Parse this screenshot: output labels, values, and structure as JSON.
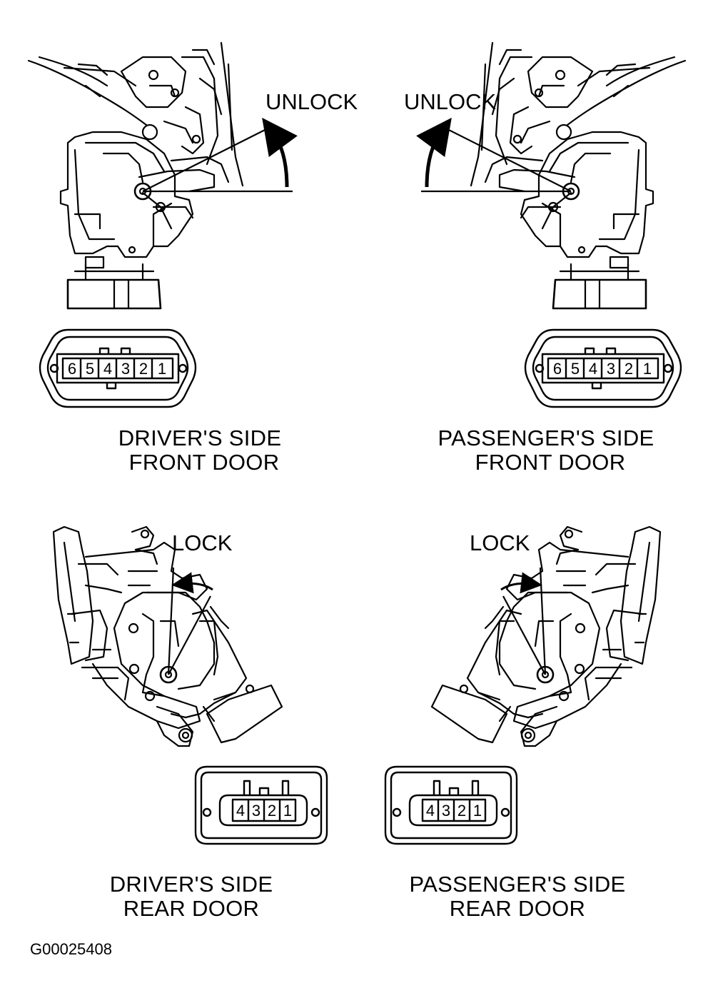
{
  "figure_id": "G00025408",
  "panels": {
    "driver_front": {
      "title_line1": "DRIVER'S SIDE",
      "title_line2": "FRONT DOOR",
      "action_label": "UNLOCK",
      "connector_pins": [
        "6",
        "5",
        "4",
        "3",
        "2",
        "1"
      ]
    },
    "passenger_front": {
      "title_line1": "PASSENGER'S SIDE",
      "title_line2": "FRONT DOOR",
      "action_label": "UNLOCK",
      "connector_pins": [
        "6",
        "5",
        "4",
        "3",
        "2",
        "1"
      ]
    },
    "driver_rear": {
      "title_line1": "DRIVER'S SIDE",
      "title_line2": "REAR DOOR",
      "action_label": "LOCK",
      "connector_pins": [
        "4",
        "3",
        "2",
        "1"
      ]
    },
    "passenger_rear": {
      "title_line1": "PASSENGER'S SIDE",
      "title_line2": "REAR DOOR",
      "action_label": "LOCK",
      "connector_pins": [
        "4",
        "3",
        "2",
        "1"
      ]
    }
  }
}
